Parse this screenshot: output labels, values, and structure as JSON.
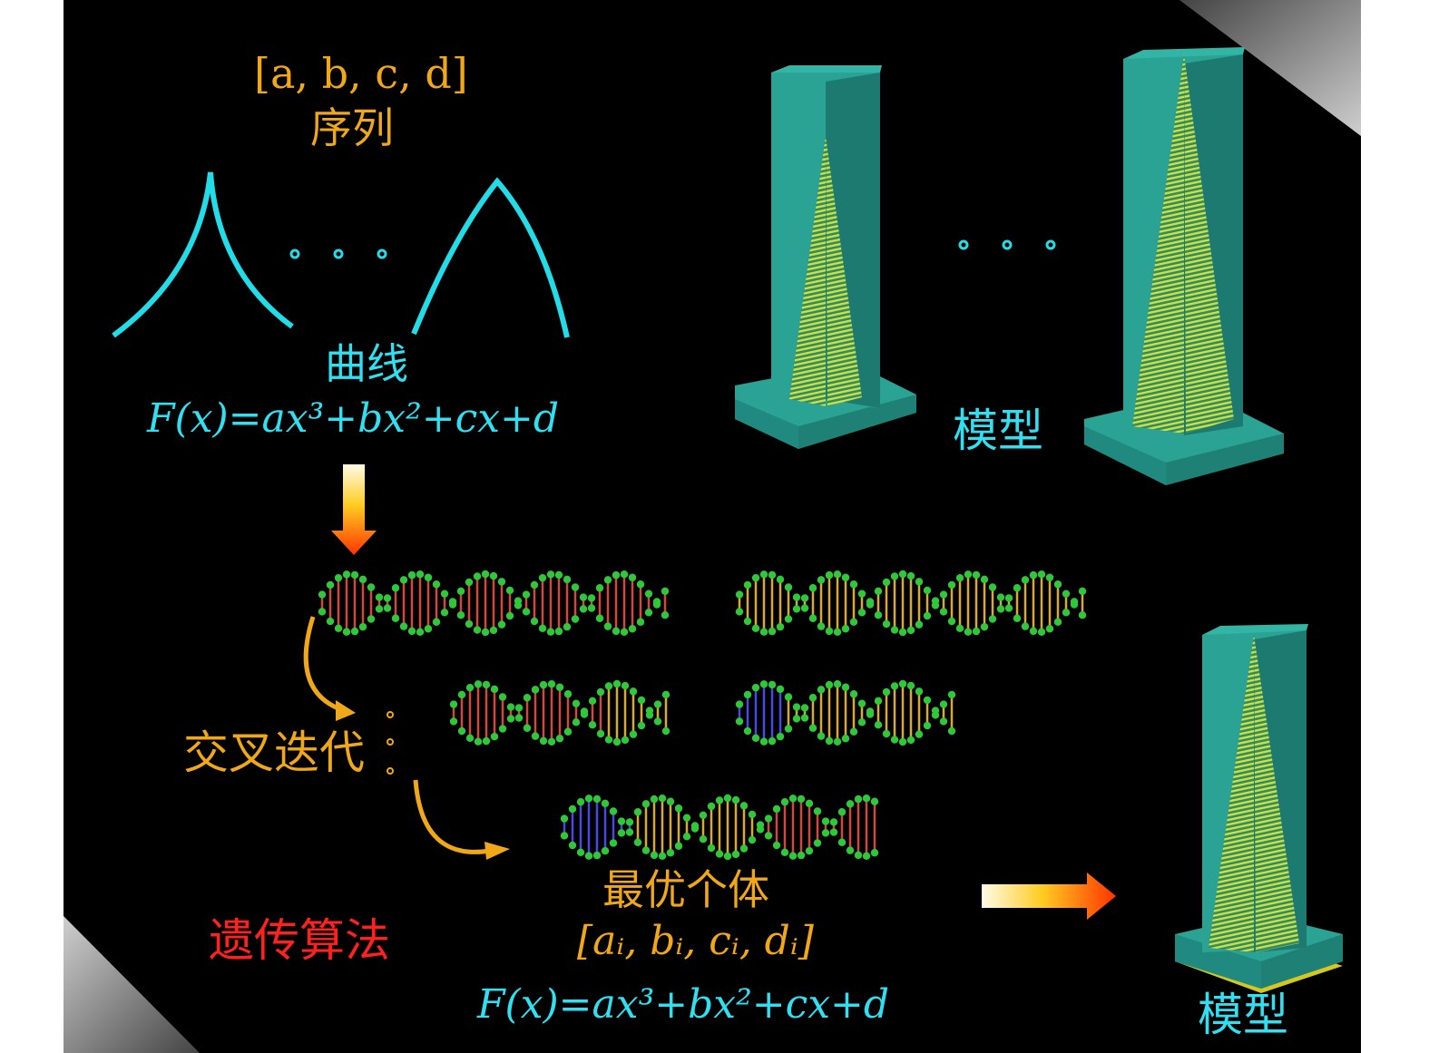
{
  "top": {
    "sequence_formula": "[a, b, c, d]",
    "sequence_label": "序列",
    "curve_label": "曲线",
    "curve_formula": "F(x)=ax³+bx²+cx+d",
    "model_label": "模型"
  },
  "ga": {
    "crossover_label": "交叉迭代",
    "algorithm_label": "遗传算法",
    "best_label": "最优个体",
    "best_params": "[aᵢ, bᵢ, cᵢ, dᵢ]",
    "best_formula": "F(x)=ax³+bx²+cx+d",
    "result_model_label": "模型"
  },
  "colors": {
    "background": "#000000",
    "orange_text": "#f0a818",
    "cyan_text": "#30e0f0",
    "red_text": "#ff2020",
    "curve": "#22dde8",
    "tower": "#2aa294",
    "tower_dark": "#1d7a70",
    "stripe": "#c8d830",
    "dna_bead": "#2ec83a"
  },
  "icons": [
    "arrow-down-icon",
    "curved-arrow-icon",
    "arrow-right-icon",
    "dna-helix-icon",
    "tower-model-icon"
  ]
}
